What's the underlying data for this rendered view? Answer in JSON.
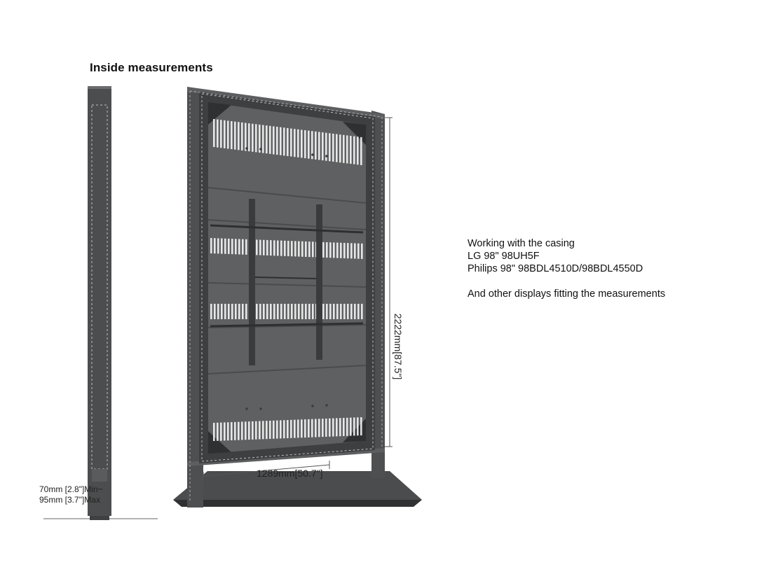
{
  "title": "Inside measurements",
  "dimensions": {
    "depth_line1": "70mm [2.8\"]Min~",
    "depth_line2": "95mm [3.7\"]Max",
    "width": "1289mm[50.7\"]",
    "height": "2222mm[87.5\"]"
  },
  "info": {
    "line1": "Working with the casing",
    "line2": "LG 98\" 98UH5F",
    "line3": "Philips 98\" 98BDL4510D/98BDL4550D",
    "line4": "And other displays fitting the measurements"
  },
  "colors": {
    "frame": "#4a4b4c",
    "panel": "#5e5f60",
    "dark": "#3a3b3c",
    "slot": "#ffffff",
    "dash": "#bfc0c1",
    "dimension_line": "#555555"
  }
}
